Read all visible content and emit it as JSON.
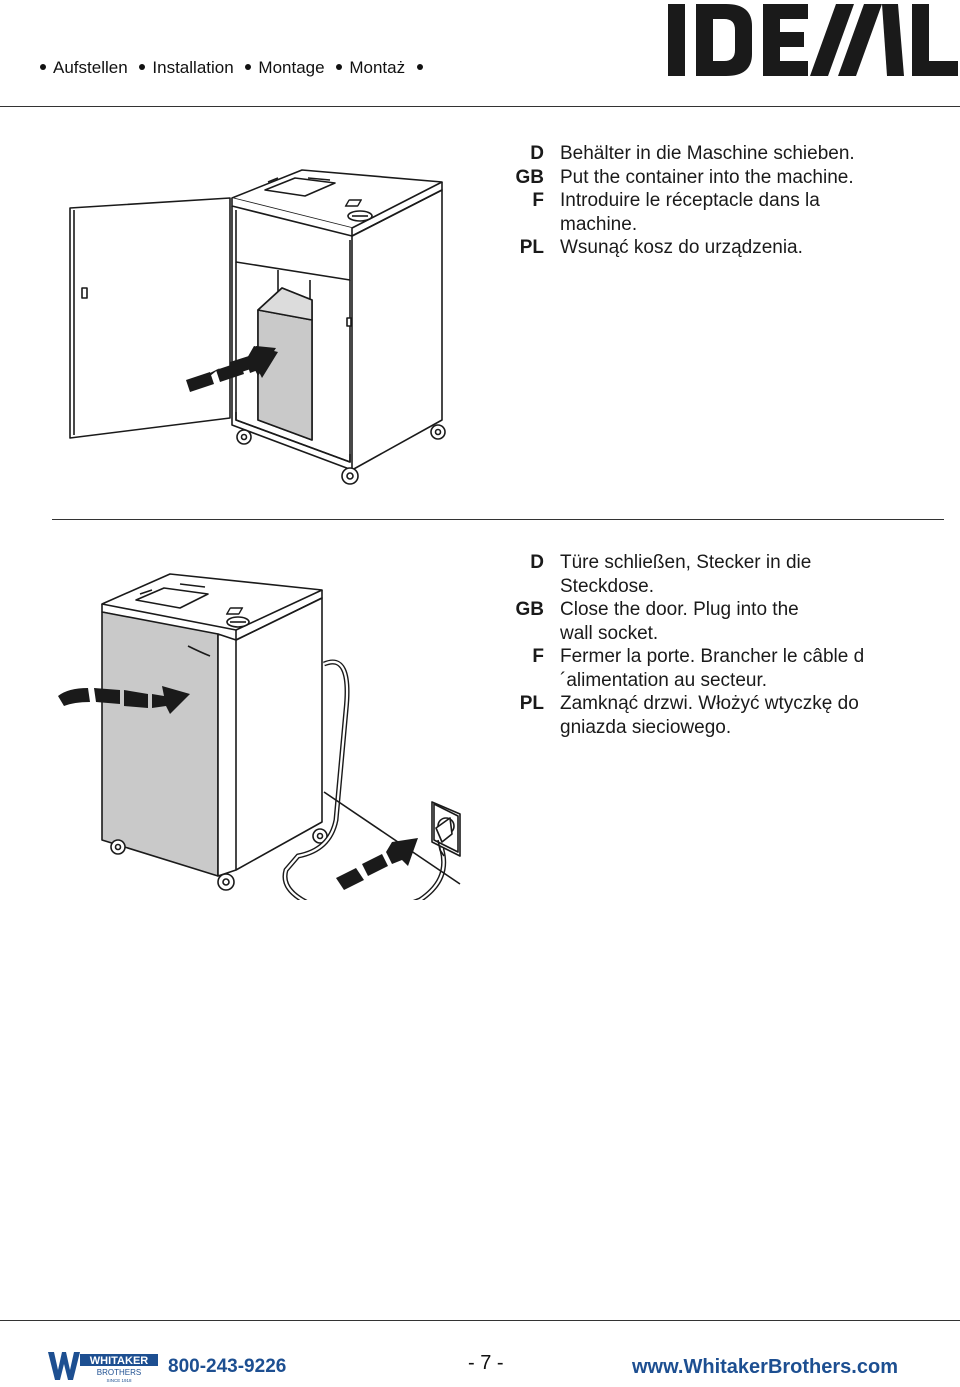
{
  "header": {
    "nav": [
      "Aufstellen",
      "Installation",
      "Montage",
      "Montaż"
    ],
    "logo_text": "IDEAL"
  },
  "step1": {
    "lines": [
      {
        "code": "D",
        "text": "Behälter in die Maschine schieben."
      },
      {
        "code": "GB",
        "text": "Put the container into the machine."
      },
      {
        "code": "F",
        "text": "Introduire le réceptacle dans la machine."
      },
      {
        "code": "PL",
        "text": "Wsunąć kosz do urządzenia."
      }
    ]
  },
  "step2": {
    "lines": [
      {
        "code": "D",
        "text": "Türe schließen, Stecker in die Steckdose."
      },
      {
        "code": "GB",
        "text": "Close the door. Plug into the wall socket."
      },
      {
        "code": "F",
        "text": "Fermer la porte. Brancher le câble d´alimentation au secteur."
      },
      {
        "code": "PL",
        "text": "Zamknąć drzwi. Włożyć wtyczkę do gniazda sieciowego."
      }
    ]
  },
  "footer": {
    "brand_top": "WHITAKER",
    "brand_bottom": "BROTHERS",
    "brand_since": "SINCE 1918",
    "phone": "800-243-9226",
    "page": "- 7 -",
    "website": "www.WhitakerBrothers.com"
  },
  "colors": {
    "brand_blue": "#1d4f91",
    "container_gray": "#c9c9c9",
    "line": "#1a1a1a"
  },
  "icons": {
    "arrow1": "push-right-arrow-icon",
    "arrow2": "curved-arrow-icon",
    "arrow3": "plug-arrow-icon"
  }
}
